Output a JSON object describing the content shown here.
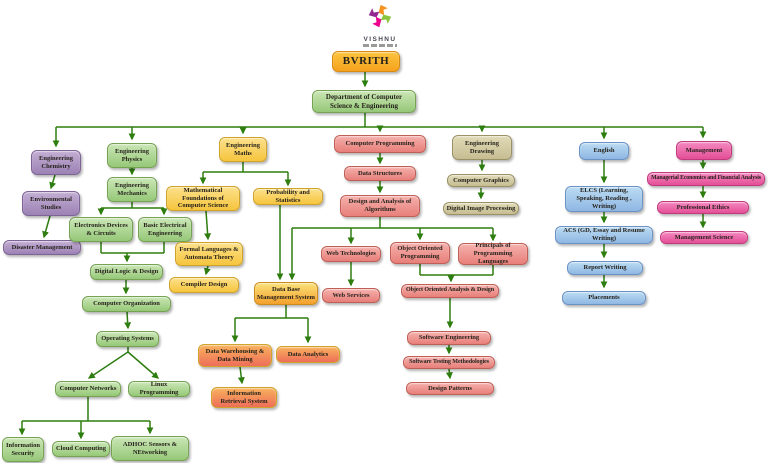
{
  "logo": {
    "brand": "VISHNU"
  },
  "palette": {
    "edge": "#2e7d0f",
    "orange_hi": "#fcc43e",
    "orange_lo": "#f5a21d",
    "orange_bd": "#d98a12",
    "green_hi": "#cae6b5",
    "green_lo": "#96c878",
    "green_bd": "#76a254",
    "purple_hi": "#c3aed3",
    "purple_lo": "#9c82b5",
    "purple_bd": "#7e6496",
    "yellow_hi": "#fce08a",
    "yellow_lo": "#f6c53e",
    "yellow_bd": "#d0a32a",
    "red_hi": "#f5b0ac",
    "red_lo": "#e87f7a",
    "red_bd": "#c05f55",
    "tan_hi": "#e0dab6",
    "tan_lo": "#c6bd92",
    "tan_bd": "#9a9166",
    "blue_hi": "#badbf2",
    "blue_lo": "#8fb7e3",
    "blue_bd": "#6b92c4",
    "pink_hi": "#f489c0",
    "pink_lo": "#e44f97",
    "pink_bd": "#c23a7e",
    "amber_hi": "#fbe27b",
    "amber_lo": "#f3a02c",
    "amber_bd": "#cf8c1e",
    "flame_hi": "#f8b25c",
    "flame_lo": "#ee6e5a",
    "flame_bd": "#d0a32a"
  },
  "nodes": {
    "bvrith": "BVRITH",
    "dept": "Department of Computer Science & Engineering",
    "eng_chemistry": "Engineering Chemistry",
    "env_studies": "Environmental Studies",
    "disaster_mgmt": "Disaster Management",
    "eng_physics": "Engineering Physics",
    "eng_mechanics": "Engineering Mechanics",
    "edc": "Electronics Devices & Circuits",
    "bee": "Basic Electrical Engineering",
    "dld": "Digital Logic & Design",
    "comp_org": "Computer Organization",
    "os": "Operating Systems",
    "comp_networks": "Computer Networks",
    "linux": "Linux Programming",
    "info_security": "Information Security",
    "cloud": "Cloud Computing",
    "adhoc": "ADHOC Sensors & NEtworking",
    "eng_maths": "Engineering Maths",
    "math_foundations": "Mathematical Foundations of Computer Science",
    "prob_stats": "Probability and Statistics",
    "formal_lang": "Formal Languages & Automata Theory",
    "compiler": "Compiler Design",
    "dbms": "Data Base Management System",
    "dwdm": "Data Warehousing & Data Mining",
    "data_analytics": "Data Analytics",
    "irs": "Information Retrieval System",
    "comp_programming": "Computer Programming",
    "data_structures": "Data Structures",
    "daa": "Design and Analysis of Algorithms",
    "web_tech": "Web Technologies",
    "web_services": "Web Services",
    "oop": "Object Oriented Programming",
    "ppl": "Principals of Programming Languages",
    "ooad": "Object Oriented Analysis & Design",
    "soft_eng": "Software Engineering",
    "soft_testing": "Software Testing Methodologies",
    "design_patterns": "Design Patterns",
    "eng_drawing": "Engineering Drawing",
    "comp_graphics": "Computer Graphics",
    "dip": "Digital Image Processing",
    "english": "English",
    "elcs": "ELCS (Learning, Speaking, Reading , Writing)",
    "acs": "ACS (GD, Essay and Resume Writing)",
    "report_writing": "Report Writing",
    "placements": "Placements",
    "management": "Management",
    "mefa": "Managerial Economics and Financial Analysis",
    "prof_ethics": "Professional Ethics",
    "mgmt_science": "Management Science"
  }
}
